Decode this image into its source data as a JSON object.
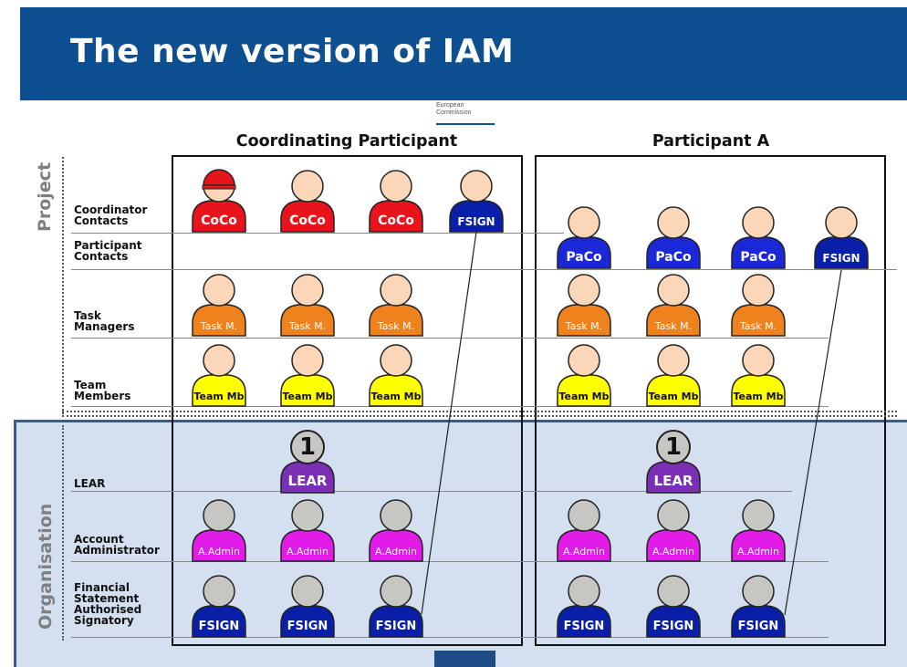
{
  "title": "The new version of IAM",
  "logo": {
    "line1": "European",
    "line2": "Commission"
  },
  "sections": {
    "project": "Project",
    "organisation": "Organisation"
  },
  "columns": {
    "coordinating": "Coordinating Participant",
    "participant_a": "Participant A"
  },
  "rows": {
    "coordinator_contacts": "Coordinator\nContacts",
    "participant_contacts": "Participant\nContacts",
    "task_managers": "Task\nManagers",
    "team_members": "Team\nMembers",
    "lear": "LEAR",
    "account_administrator": "Account\nAdministrator",
    "fs_authorised_signatory": "Financial\nStatement\nAuthorised\nSignatory"
  },
  "role_labels": {
    "coco": "CoCo",
    "fsign": "FSIGN",
    "paco": "PaCo",
    "task": "Task M.",
    "team": "Team Mb",
    "lear": "LEAR",
    "admin": "A.Admin"
  },
  "badge_count": "1",
  "colors": {
    "header_blue": "#0e4f91",
    "coco_red": "#e8141c",
    "fsign_blue": "#0a1fa8",
    "paco_blue": "#1a28d8",
    "task_orange": "#f0821e",
    "team_yellow": "#ffff00",
    "lear_purple": "#7a2fb5",
    "admin_magenta": "#e21ce8",
    "org_background": "#d4dfef"
  }
}
